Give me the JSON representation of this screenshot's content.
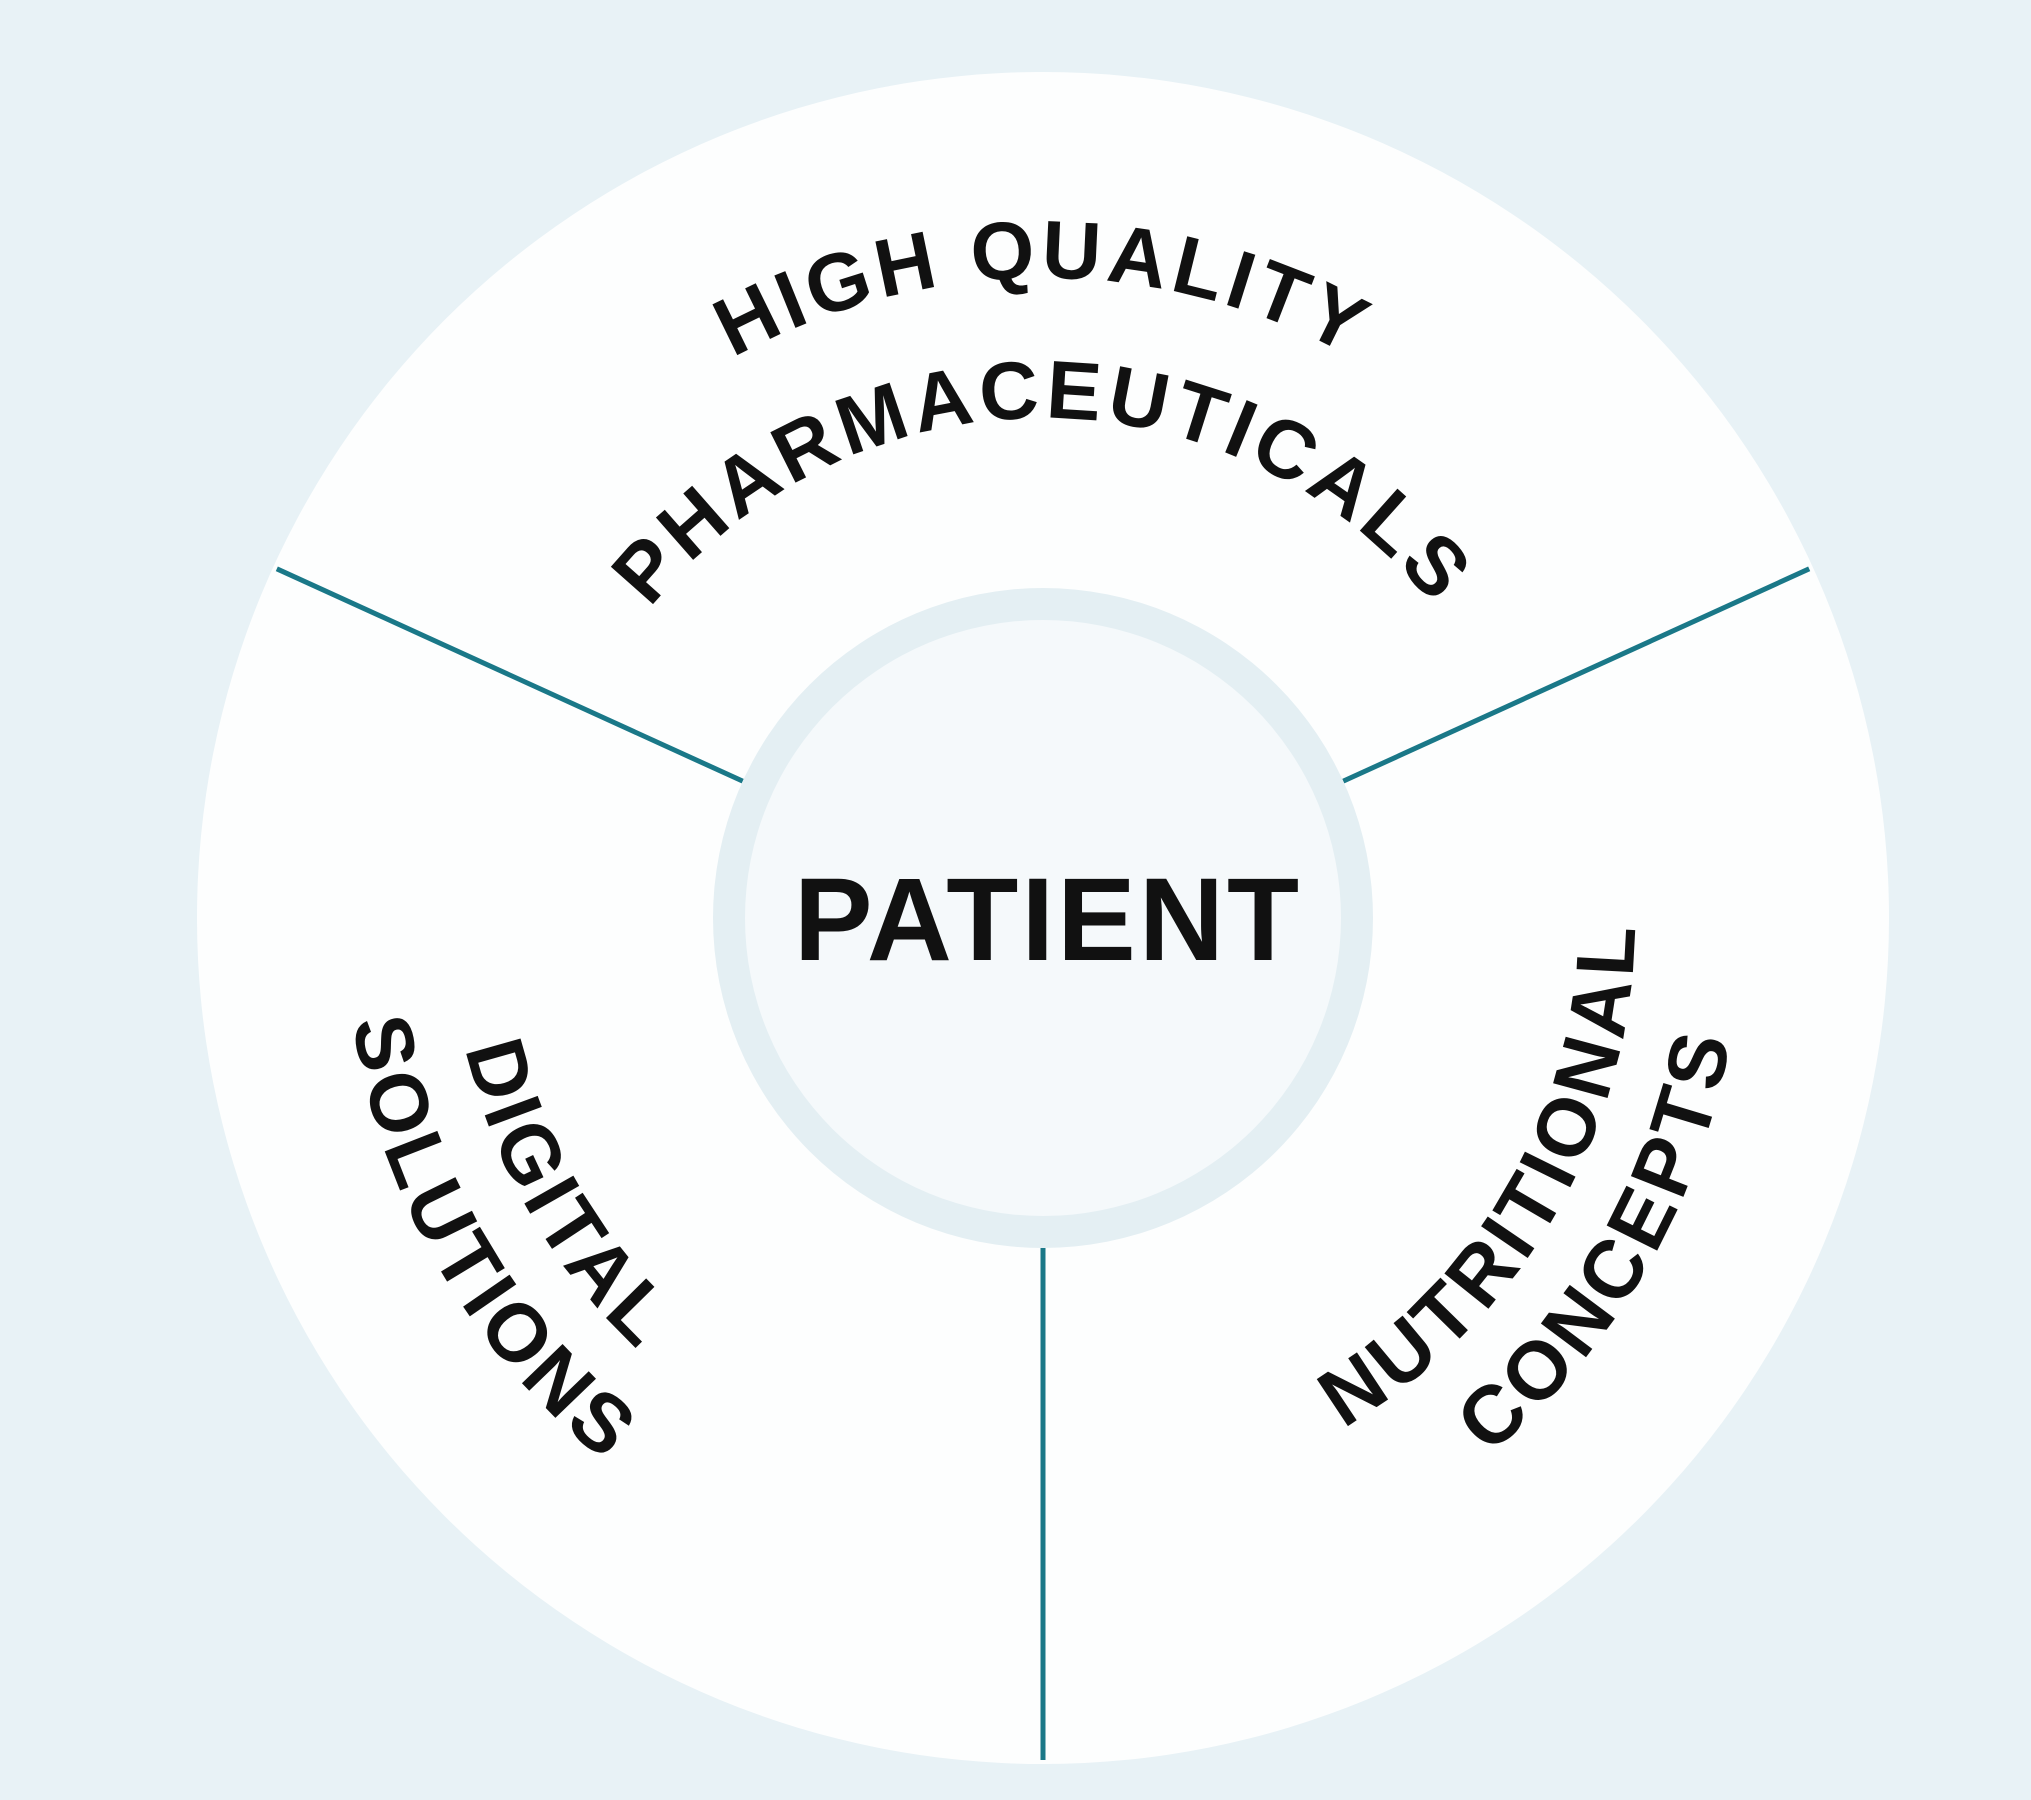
{
  "center": {
    "label": "PATIENT"
  },
  "segments": [
    {
      "lines": [
        "HIGH QUALITY",
        "PHARMACEUTICALS"
      ]
    },
    {
      "lines": [
        "DIGITAL",
        "SOLUTIONS"
      ]
    },
    {
      "lines": [
        "NUTRITIONAL",
        "CONCEPTS"
      ]
    }
  ],
  "colors": {
    "background": "#e8f2f6",
    "wheel": "#fdfefe",
    "ring": "#e4eff3",
    "hub": "#f5f9fb",
    "divider": "#1a7888",
    "text": "#111111"
  }
}
